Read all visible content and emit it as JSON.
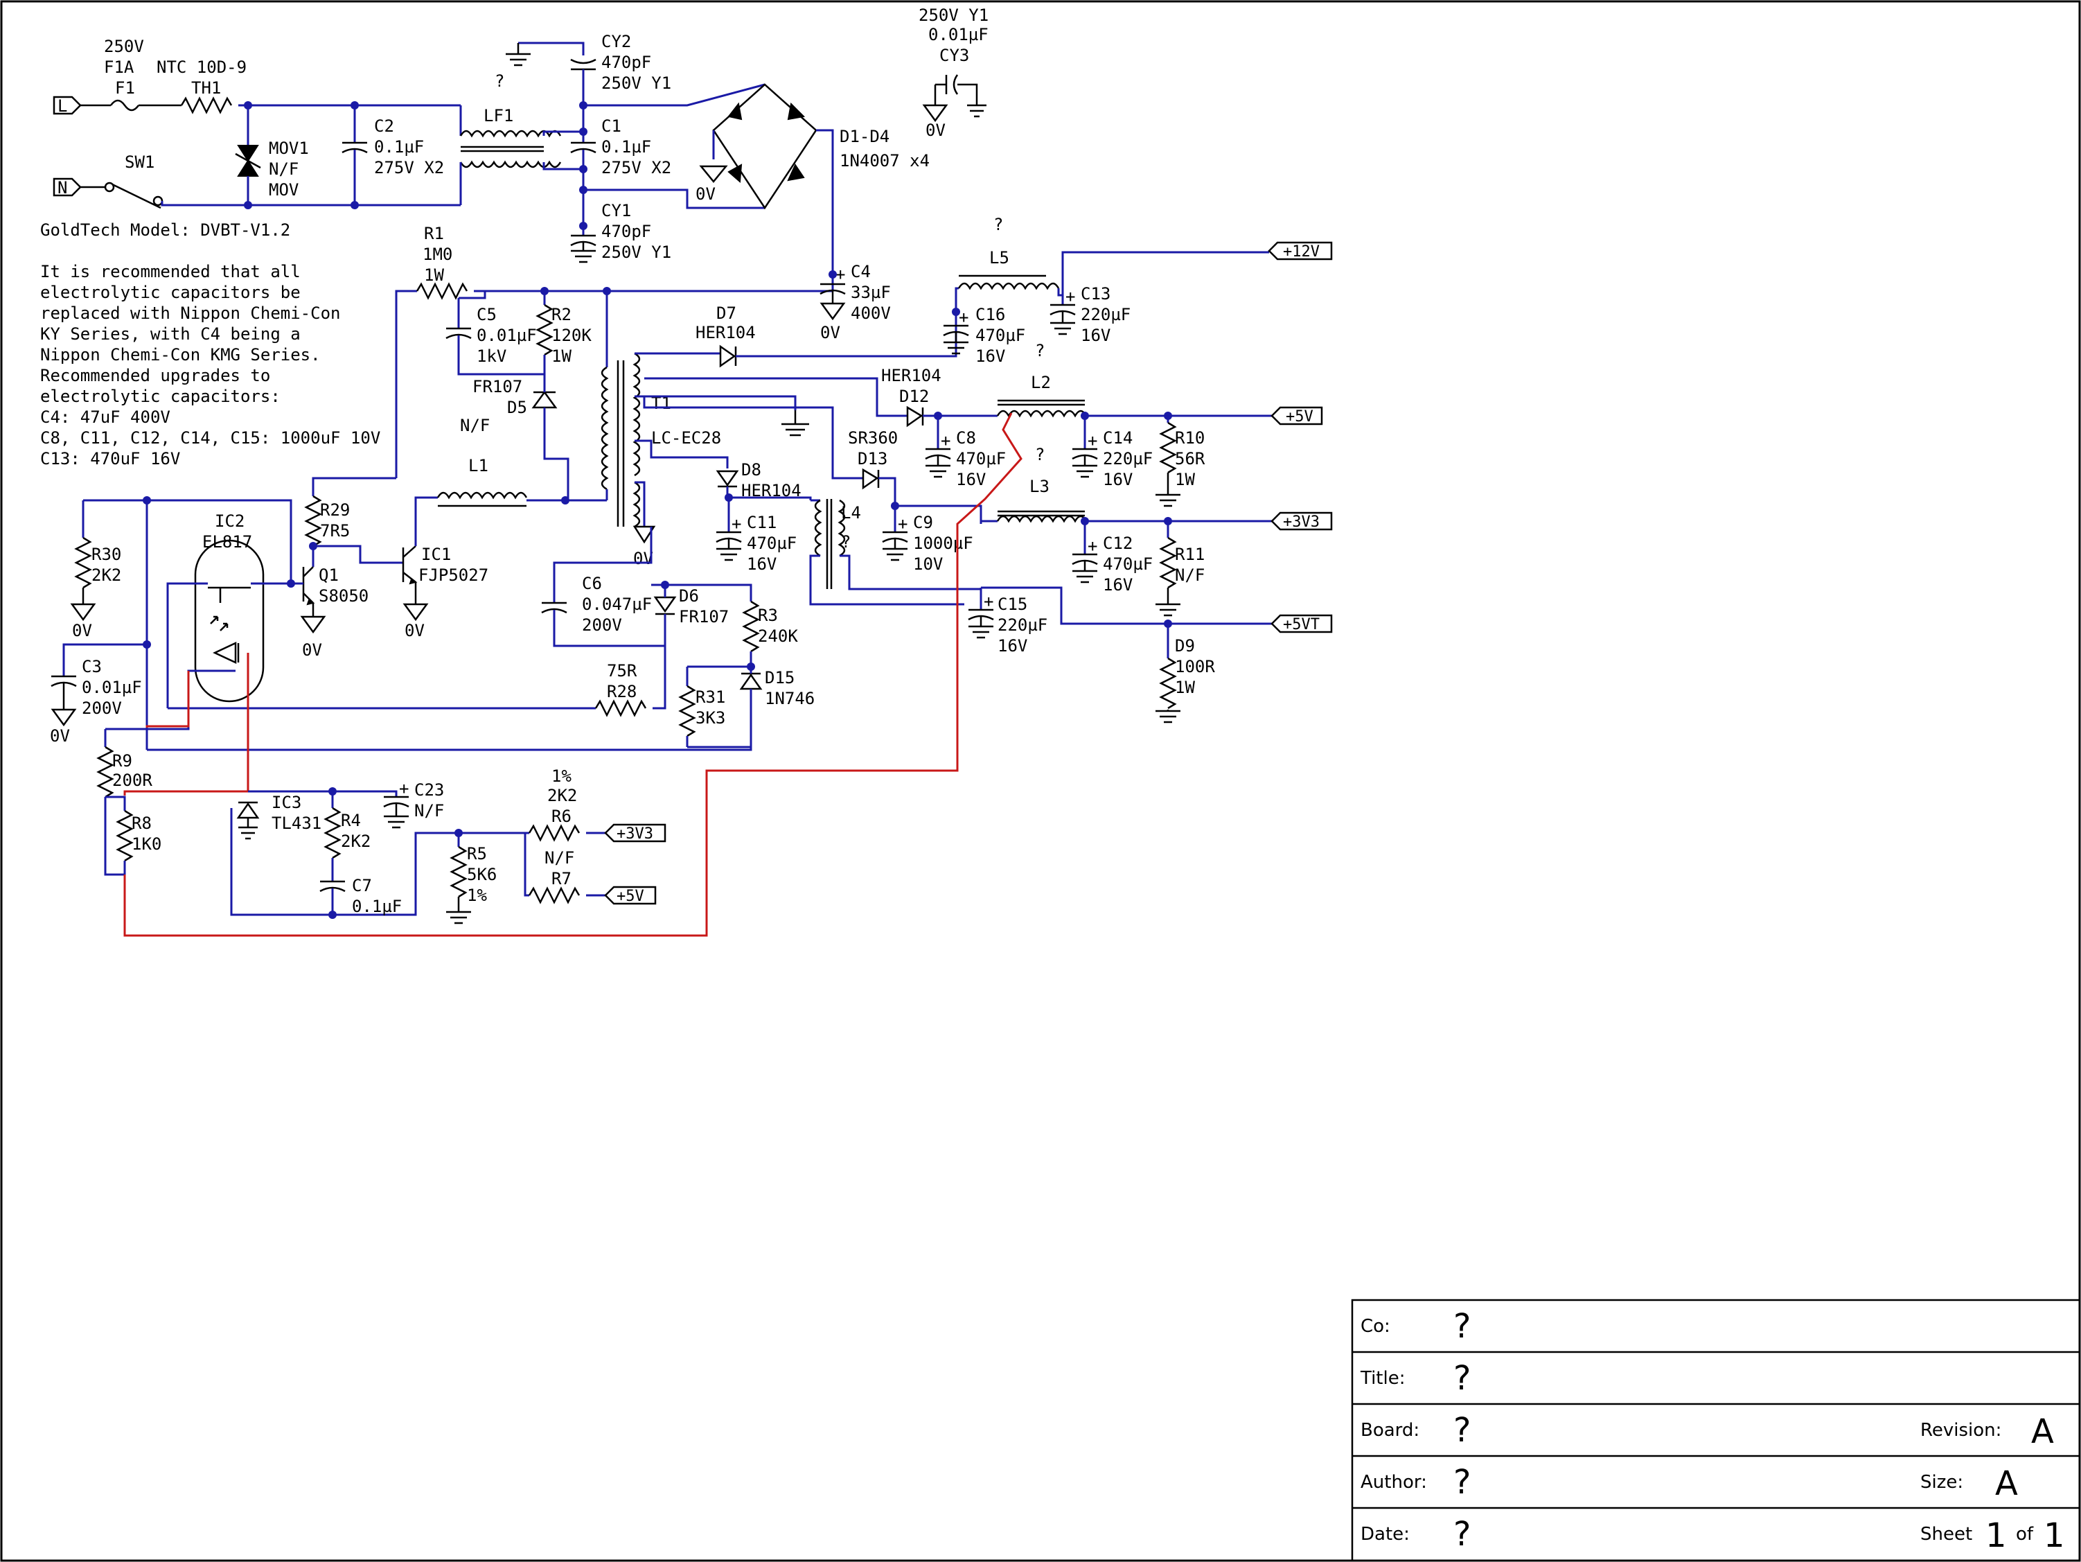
{
  "terminals": {
    "line": "L",
    "neutral": "N"
  },
  "switch": {
    "ref": "SW1"
  },
  "fuse": {
    "rating": "250V",
    "value": "F1A",
    "ref": "F1"
  },
  "ntc": {
    "value": "NTC 10D-9",
    "ref": "TH1"
  },
  "mov": {
    "ref": "MOV1",
    "value": "N/F",
    "type": "MOV"
  },
  "c2": {
    "ref": "C2",
    "value": "0.1µF",
    "rating": "275V X2"
  },
  "lf1": {
    "ref": "LF1"
  },
  "cy2": {
    "ref": "CY2",
    "value": "470pF",
    "rating": "250V Y1",
    "unknown": "?"
  },
  "c1": {
    "ref": "C1",
    "value": "0.1µF",
    "rating": "275V X2"
  },
  "cy1": {
    "ref": "CY1",
    "value": "470pF",
    "rating": "250V Y1"
  },
  "bridge": {
    "ref": "D1-D4",
    "part": "1N4007 x4",
    "gnd": "0V"
  },
  "cy3": {
    "rating": "250V Y1",
    "value": "0.01µF",
    "ref": "CY3",
    "gnd": "0V"
  },
  "c4": {
    "ref": "C4",
    "value": "33µF",
    "rating": "400V",
    "gnd": "0V"
  },
  "model": "GoldTech Model: DVBT-V1.2",
  "notes": [
    "It is recommended that all",
    "electrolytic capacitors be",
    "replaced with Nippon Chemi-Con",
    "KY Series, with C4 being a",
    "Nippon Chemi-Con KMG Series.",
    "Recommended upgrades to",
    "electrolytic capacitors:",
    "C4: 47uF 400V",
    "C8, C11, C12, C14, C15: 1000uF 10V",
    "C13: 470uF 16V"
  ],
  "r1": {
    "ref": "R1",
    "value": "1M0",
    "rating": "1W"
  },
  "c5": {
    "ref": "C5",
    "value": "0.01µF",
    "rating": "1kV"
  },
  "r2": {
    "ref": "R2",
    "value": "120K",
    "rating": "1W"
  },
  "d5": {
    "part": "FR107",
    "ref": "D5"
  },
  "l1": {
    "ref": "L1",
    "value": "N/F"
  },
  "t1": {
    "ref": "T1",
    "core": "LC-EC28",
    "gnd": "0V"
  },
  "d7": {
    "ref": "D7",
    "part": "HER104"
  },
  "l5": {
    "ref": "L5",
    "unknown": "?"
  },
  "c16": {
    "ref": "C16",
    "value": "470µF",
    "rating": "16V"
  },
  "c13": {
    "ref": "C13",
    "value": "220µF",
    "rating": "16V",
    "unknown": "?"
  },
  "rails": {
    "v12": "+12V",
    "v5": "+5V",
    "v3v3": "+3V3",
    "v5vt": "+5VT"
  },
  "d12": {
    "part": "HER104",
    "ref": "D12"
  },
  "l2": {
    "ref": "L2",
    "unknown": "?"
  },
  "c8": {
    "ref": "C8",
    "value": "470µF",
    "rating": "16V"
  },
  "c14": {
    "ref": "C14",
    "value": "220µF",
    "rating": "16V"
  },
  "r10": {
    "ref": "R10",
    "value": "56R",
    "rating": "1W"
  },
  "d13": {
    "part": "SR360",
    "ref": "D13"
  },
  "d8": {
    "ref": "D8",
    "part": "HER104"
  },
  "c11": {
    "ref": "C11",
    "value": "470µF",
    "rating": "16V"
  },
  "l4": {
    "ref": "L4",
    "unknown": "?"
  },
  "c9": {
    "ref": "C9",
    "value": "1000µF",
    "rating": "10V"
  },
  "l3": {
    "ref": "L3"
  },
  "c12": {
    "ref": "C12",
    "value": "470µF",
    "rating": "16V"
  },
  "r11": {
    "ref": "R11",
    "value": "N/F"
  },
  "c15": {
    "ref": "C15",
    "value": "220µF",
    "rating": "16V"
  },
  "d9": {
    "ref": "D9",
    "value": "100R",
    "rating": "1W"
  },
  "r30": {
    "ref": "R30",
    "value": "2K2",
    "gnd": "0V"
  },
  "ic2": {
    "ref": "IC2",
    "part": "EL817"
  },
  "r29": {
    "ref": "R29",
    "value": "7R5"
  },
  "q1": {
    "ref": "Q1",
    "part": "S8050",
    "gnd": "0V"
  },
  "ic1": {
    "ref": "IC1",
    "part": "FJP5027",
    "gnd": "0V"
  },
  "c6": {
    "ref": "C6",
    "value": "0.047µF",
    "rating": "200V"
  },
  "d6": {
    "ref": "D6",
    "part": "FR107"
  },
  "r3": {
    "ref": "R3",
    "value": "240K"
  },
  "r28": {
    "value": "75R",
    "ref": "R28"
  },
  "r31": {
    "ref": "R31",
    "value": "3K3"
  },
  "d15": {
    "ref": "D15",
    "part": "1N746"
  },
  "c3": {
    "ref": "C3",
    "value": "0.01µF",
    "rating": "200V",
    "gnd": "0V"
  },
  "r9": {
    "ref": "R9",
    "value": "200R"
  },
  "r8": {
    "ref": "R8",
    "value": "1K0"
  },
  "ic3": {
    "ref": "IC3",
    "part": "TL431"
  },
  "r4": {
    "ref": "R4",
    "value": "2K2"
  },
  "c23": {
    "ref": "C23",
    "value": "N/F"
  },
  "c7": {
    "ref": "C7",
    "value": "0.1µF"
  },
  "r5": {
    "ref": "R5",
    "value": "5K6",
    "tol": "1%"
  },
  "r6": {
    "tol": "1%",
    "value": "2K2",
    "ref": "R6"
  },
  "r7": {
    "value": "N/F",
    "ref": "R7"
  },
  "fb_ports": {
    "v3v3": "+3V3",
    "v5": "+5V"
  },
  "title_block": {
    "co_label": "Co:",
    "co": "?",
    "title_label": "Title:",
    "title": "?",
    "board_label": "Board:",
    "board": "?",
    "revision_label": "Revision:",
    "revision": "A",
    "author_label": "Author:",
    "author": "?",
    "size_label": "Size:",
    "size": "A",
    "date_label": "Date:",
    "date": "?",
    "sheet_label": "Sheet",
    "sheet_num": "1",
    "of_label": "of",
    "sheet_total": "1"
  },
  "colors": {
    "wire": "#1a1aa6",
    "feedback_wire": "#c81818",
    "component": "#000000"
  }
}
